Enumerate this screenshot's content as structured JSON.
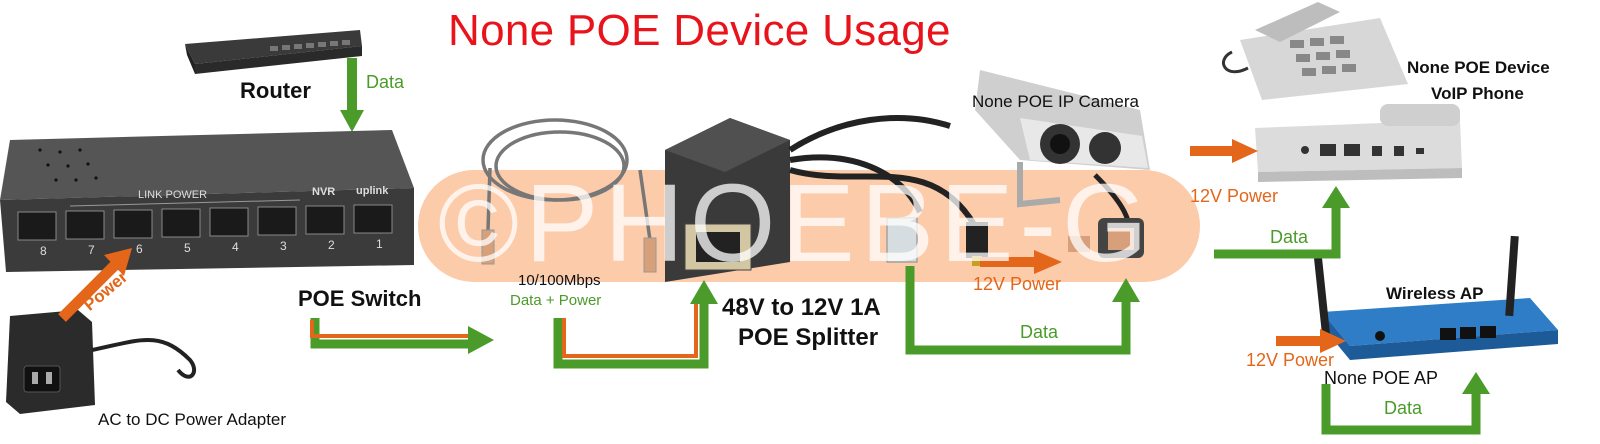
{
  "title": "None POE Device Usage",
  "watermark": "©PHOEBE-G",
  "devices": {
    "router": "Router",
    "poe_switch": "POE Switch",
    "power_adapter": "AC to DC Power Adapter",
    "cable_speed": "10/100Mbps",
    "cable_payload": "Data + Power",
    "splitter_line1": "48V to 12V 1A",
    "splitter_line2": "POE Splitter",
    "ip_camera": "None POE IP Camera",
    "voip_line1": "None POE Device",
    "voip_line2": "VoIP Phone",
    "wireless_ap": "Wireless AP",
    "none_poe_ap": "None POE AP"
  },
  "flows": {
    "router_data": "Data",
    "adapter_power": "Power",
    "camera_power": "12V Power",
    "camera_data": "Data",
    "phone_power": "12V Power",
    "phone_data": "Data",
    "ap_power": "12V Power",
    "ap_data": "Data"
  },
  "switch_panel": {
    "group_label": "LINK POWER",
    "nvr_label": "NVR",
    "uplink_label": "uplink",
    "port_numbers": [
      "8",
      "7",
      "6",
      "5",
      "4",
      "3",
      "2",
      "1"
    ]
  },
  "colors": {
    "title": "#e8131b",
    "data_arrow": "#4b9b2a",
    "power_arrow": "#e3661a",
    "watermark": "#f7a56a"
  }
}
